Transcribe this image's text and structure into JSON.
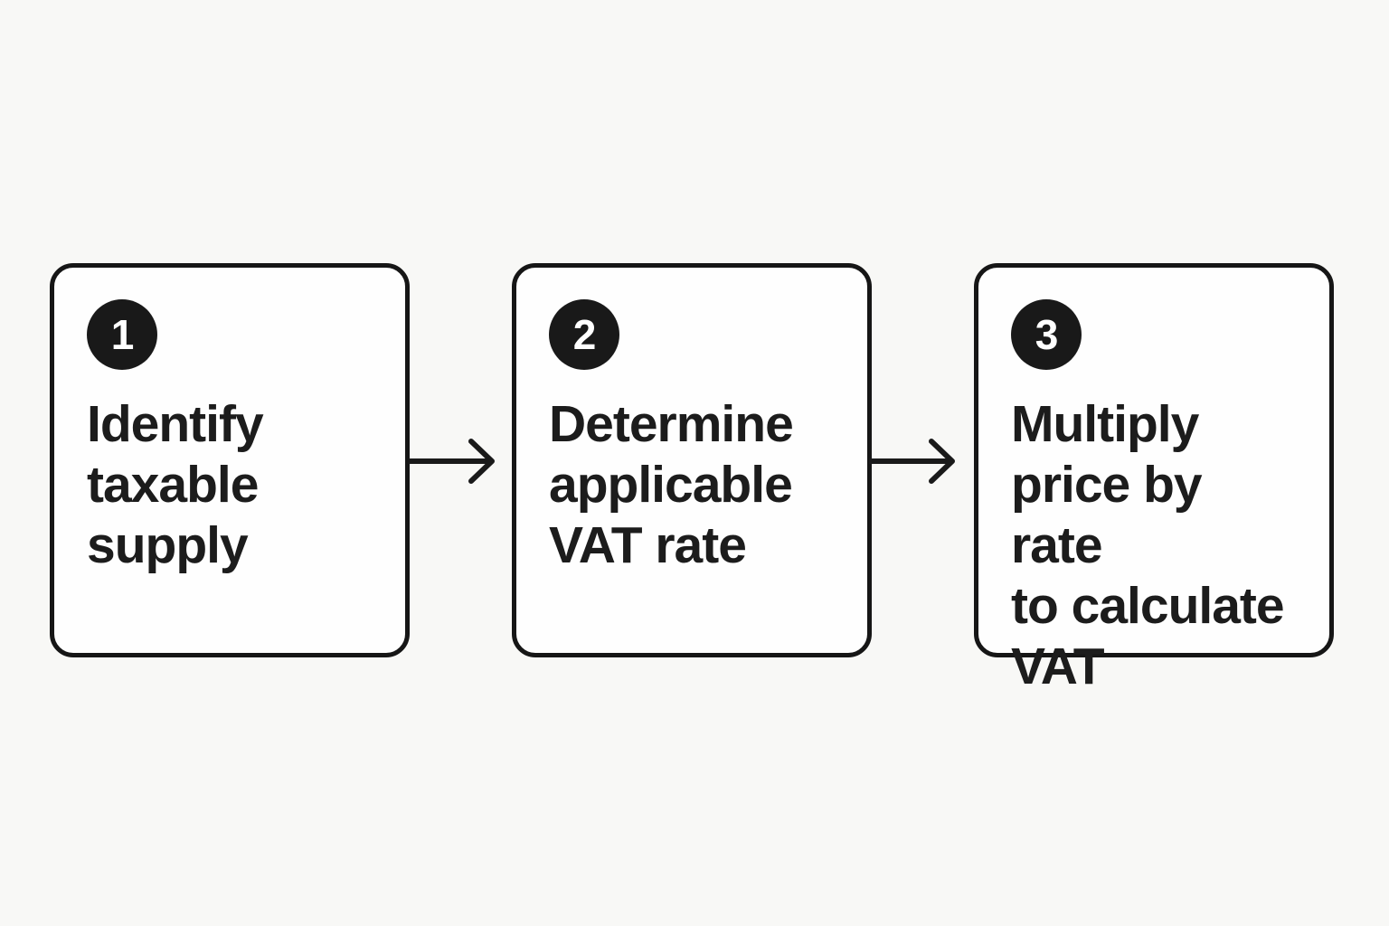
{
  "diagram": {
    "type": "flowchart",
    "direction": "left-to-right",
    "background_color": "#f8f8f6",
    "box_fill_color": "#fefefe",
    "box_border_color": "#161616",
    "badge_color": "#191919",
    "badge_text_color": "#ffffff",
    "text_color": "#1c1c1c",
    "steps": [
      {
        "number": "1",
        "label": "Identify\ntaxable\nsupply"
      },
      {
        "number": "2",
        "label": "Determine\napplicable\nVAT rate"
      },
      {
        "number": "3",
        "label": "Multiply\nprice by rate\nto calculate\nVAT"
      }
    ],
    "connectors": [
      {
        "from": "1",
        "to": "2",
        "icon": "arrow-right"
      },
      {
        "from": "2",
        "to": "3",
        "icon": "arrow-right"
      }
    ]
  }
}
